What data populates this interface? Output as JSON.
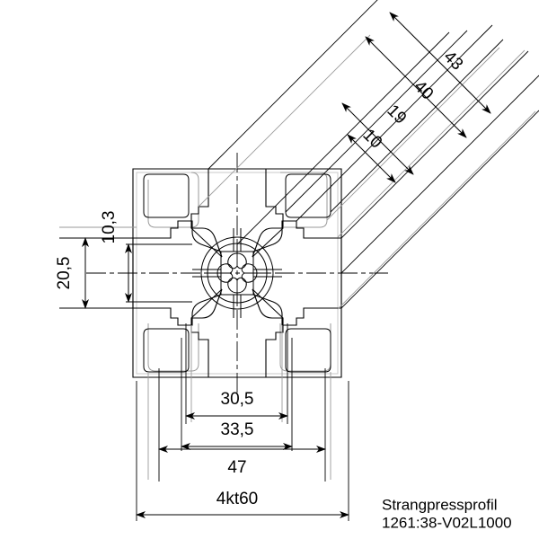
{
  "drawing": {
    "type": "technical-cross-section",
    "title": "Strangpressprofil",
    "part_number": "1261:38-V02L1000",
    "profile_name": "4kt60",
    "units": "mm",
    "decimal_separator": "comma"
  },
  "caption": {
    "line1": "Strangpressprofil",
    "line2": "1261:38-V02L1000"
  },
  "dimensions": {
    "diagonal": [
      {
        "id": "d43",
        "label": "43",
        "orientation": "diagonal-45",
        "note": "outermost diagonal dimension"
      },
      {
        "id": "d40",
        "label": "40",
        "orientation": "diagonal-45",
        "note": "second diagonal dimension"
      },
      {
        "id": "d19",
        "label": "19",
        "orientation": "diagonal-45",
        "note": "third diagonal dimension"
      },
      {
        "id": "d10",
        "label": "10",
        "orientation": "diagonal-45",
        "note": "innermost diagonal dimension"
      }
    ],
    "left": [
      {
        "id": "v205",
        "label": "20,5",
        "orientation": "vertical",
        "note": "outer slot span"
      },
      {
        "id": "v103",
        "label": "10,3",
        "orientation": "vertical",
        "note": "slot opening width"
      }
    ],
    "bottom": [
      {
        "id": "h305",
        "label": "30,5",
        "orientation": "horizontal"
      },
      {
        "id": "h335",
        "label": "33,5",
        "orientation": "horizontal"
      },
      {
        "id": "h47",
        "label": "47",
        "orientation": "horizontal"
      },
      {
        "id": "h60",
        "label": "4kt60",
        "orientation": "horizontal",
        "note": "overall square size"
      }
    ]
  },
  "colors": {
    "line": "#000000",
    "secondary_line": "#9a9a9a",
    "background": "#ffffff"
  }
}
